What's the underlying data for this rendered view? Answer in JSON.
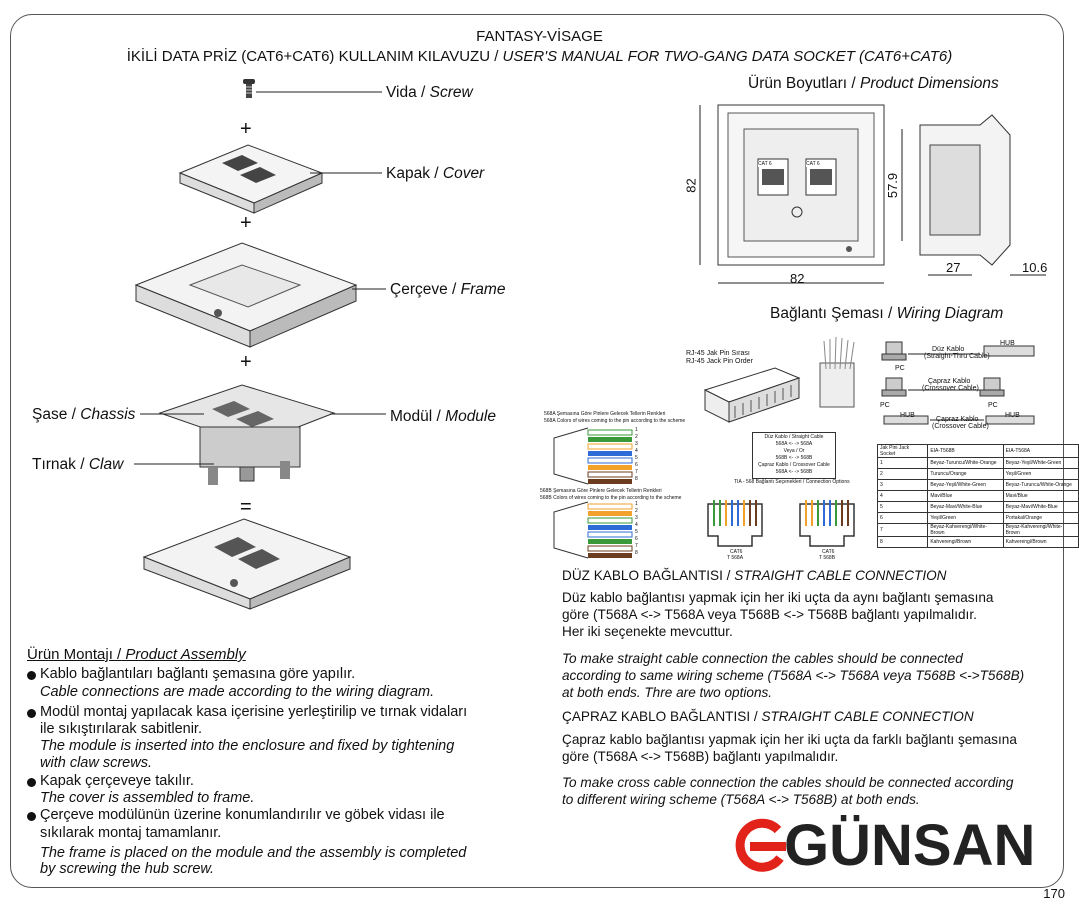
{
  "header": {
    "brand": "FANTASY-VİSAGE",
    "title_tr": "İKİLİ DATA PRİZ (CAT6+CAT6) KULLANIM KILAVUZU /",
    "title_en": "USER'S MANUAL FOR TWO-GANG DATA SOCKET (CAT6+CAT6)"
  },
  "parts": {
    "screw": {
      "tr": "Vida /",
      "en": "Screw"
    },
    "cover": {
      "tr": "Kapak /",
      "en": "Cover"
    },
    "frame": {
      "tr": "Çerçeve /",
      "en": "Frame"
    },
    "chassis": {
      "tr": "Şase /",
      "en": "Chassis"
    },
    "module": {
      "tr": "Modül /",
      "en": "Module"
    },
    "claw": {
      "tr": "Tırnak /",
      "en": "Claw"
    }
  },
  "symbols": {
    "plus": "+",
    "equals": "="
  },
  "dimensions": {
    "title_tr": "Ürün Boyutları /",
    "title_en": "Product Dimensions",
    "w": "82",
    "h": "82",
    "inner": "57.9",
    "depth": "27",
    "thick": "10.6",
    "jack1": "CAT 6",
    "jack2": "CAT 6"
  },
  "wiring": {
    "title_tr": "Bağlantı Şeması /",
    "title_en": "Wiring Diagram",
    "rj45_tr": "RJ-45 Jak Pin Sırası",
    "rj45_en": "RJ-45 Jack Pin Order",
    "a_tr": "568A Şemasına Göre Pinlere Gelecek Tellerin Renkleri",
    "a_en": "568A Colors of wires coming to the pin according to the scheme",
    "b_tr": "568B Şemasına Göre Pinlere Gelecek Tellerin Renkleri",
    "b_en": "568B Colors of wires coming to the pin according to the scheme",
    "box": [
      "Düz Kablo / Straight Cable",
      "568A <- -> 568A",
      "Veya / Or",
      "568B <- -> 568B",
      "Çapraz Kablo / Crossover Cable",
      "568A <- -> 568B"
    ],
    "options": "TIA - 568 Bağlantı Seçenekleri / Connection Options",
    "cat6a": "CAT6",
    "t568a": "T 568A",
    "cat6b": "CAT6",
    "t568b": "T 568B",
    "net1a": "Düz Kablo",
    "net1b": "(Straight-Thru Cable)",
    "net2a": "Çapraz Kablo",
    "net2b": "(Crossover Cable)",
    "net3a": "Çapraz Kablo",
    "net3b": "(Crossover Cable)",
    "pc": "PC",
    "hub": "HUB",
    "pins": [
      "1",
      "2",
      "3",
      "4",
      "5",
      "6",
      "7",
      "8"
    ],
    "table_head": [
      "Jak Pini Jack Socket",
      "EIA-T568B",
      "EIA-T568A"
    ],
    "table_rows": [
      [
        "1",
        "Beyaz-Turuncu/White-Orange",
        "Beyaz-Yeşil/White-Green"
      ],
      [
        "2",
        "Turuncu/Orange",
        "Yeşil/Green"
      ],
      [
        "3",
        "Beyaz-Yeşil/White-Green",
        "Beyaz-Turuncu/White-Orange"
      ],
      [
        "4",
        "Mavi/Blue",
        "Mavi/Blue"
      ],
      [
        "5",
        "Beyaz-Mavi/White-Blue",
        "Beyaz-Mavi/White-Blue"
      ],
      [
        "6",
        "Yeşil/Green",
        "Portakal/Orange"
      ],
      [
        "7",
        "Beyaz-Kahverengi/White-Brown",
        "Beyaz-Kahverengi/White-Brown"
      ],
      [
        "8",
        "Kahverengi/Brown",
        "Kahverengi/Brown"
      ]
    ]
  },
  "assembly": {
    "title_tr": "Ürün Montajı /",
    "title_en": "Product Assembly",
    "items": [
      {
        "tr": "Kablo bağlantıları bağlantı şemasına göre yapılır.",
        "en": "Cable connections are made according to the wiring diagram."
      },
      {
        "tr": "Modül montaj yapılacak kasa içerisine yerleştirilip ve tırnak vidaları",
        "tr2": "ile sıkıştırılarak sabitlenir.",
        "en": "The module is inserted into the enclosure and fixed by tightening",
        "en2": "with claw screws."
      },
      {
        "tr": "Kapak çerçeveye takılır.",
        "en": "The cover is assembled to frame."
      },
      {
        "tr": "Çerçeve modülünün üzerine konumlandırılır ve göbek vidası ile",
        "tr2": "sıkılarak montaj tamamlanır.",
        "en": "The frame is placed on the module and the assembly is completed",
        "en2": "by screwing the hub screw."
      }
    ]
  },
  "straight": {
    "head_tr": "DÜZ KABLO BAĞLANTISI /",
    "head_en": "STRAIGHT CABLE CONNECTION",
    "p1": "Düz kablo bağlantısı yapmak için her iki uçta da aynı bağlantı şemasına",
    "p2": "göre (T568A <-> T568A veya T568B <-> T568B bağlantı yapılmalıdır.",
    "p3": "Her iki seçenekte mevcuttur.",
    "e1": "To make straight cable connection the cables should be connected",
    "e2": "according to same wiring scheme (T568A <-> T568A veya T568B <->T568B)",
    "e3": "at both ends. Thre are two options."
  },
  "cross": {
    "head_tr": "ÇAPRAZ KABLO BAĞLANTISI /",
    "head_en": "STRAIGHT CABLE CONNECTION",
    "p1": "Çapraz kablo bağlantısı yapmak için her iki uçta da farklı bağlantı şemasına",
    "p2": "göre (T568A <-> T568B) bağlantı yapılmalıdır.",
    "e1": "To make cross cable connection the cables should be connected according",
    "e2": "to different wiring scheme (T568A <-> T568B) at both ends."
  },
  "logo": "GÜNSAN",
  "page": "170",
  "colors": {
    "orange": "#f2a22a",
    "green": "#3a9a3a",
    "blue": "#2d6bd6",
    "brown": "#6b3d1e",
    "logo_red": "#e2231a"
  }
}
